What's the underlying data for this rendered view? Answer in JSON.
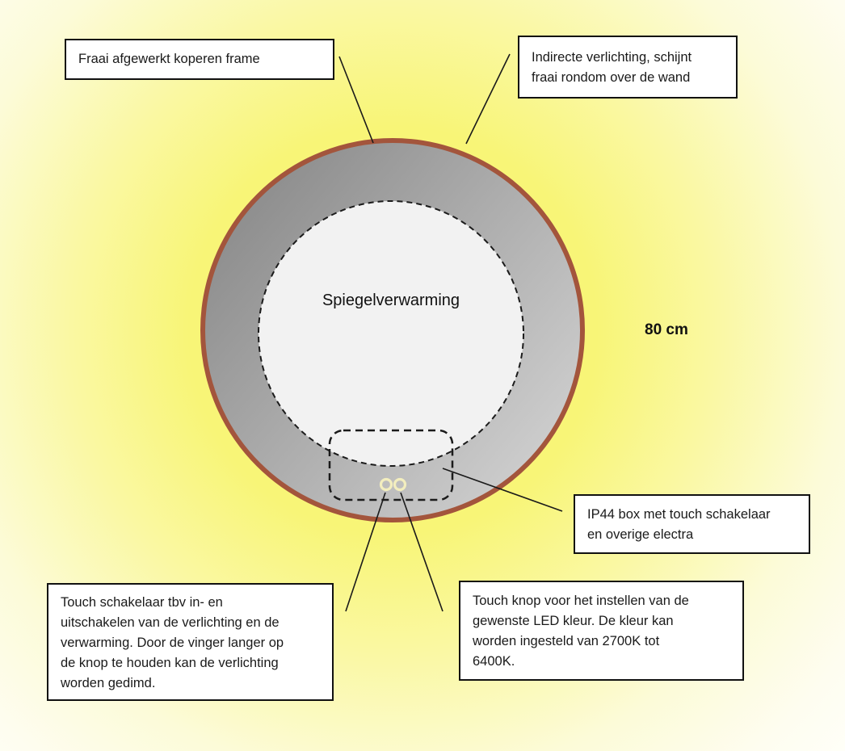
{
  "diagram": {
    "center_label": "Spiegelverwarming",
    "dimension_label": "80 cm",
    "callouts": {
      "frame": {
        "lines": [
          "Fraai afgewerkt koperen frame"
        ]
      },
      "indirect_light": {
        "lines": [
          "Indirecte verlichting, schijnt",
          "fraai rondom over de wand"
        ]
      },
      "ip44": {
        "lines": [
          "IP44 box met touch schakelaar",
          "en overige electra"
        ]
      },
      "touch_switch": {
        "lines": [
          "Touch schakelaar tbv in- en",
          "uitschakelen van de verlichting en de",
          "verwarming. Door de vinger langer op",
          "de knop te houden kan de verlichting",
          "worden gedimd."
        ]
      },
      "touch_color": {
        "lines": [
          "Touch knop voor het instellen van de",
          "gewenste LED kleur. De kleur kan",
          "worden ingesteld van 2700K tot",
          "6400K."
        ]
      }
    },
    "colors": {
      "frame_copper": "#a3553c",
      "glow_yellow": "#f8f577",
      "mirror_gray_dark": "#898989",
      "mirror_gray_light": "#d0d0d0",
      "heating_fill": "#f2f2f2",
      "touch_ring_yellow": "#f3eebe",
      "box_border": "#111111",
      "line_black": "#1a1a1a"
    }
  }
}
